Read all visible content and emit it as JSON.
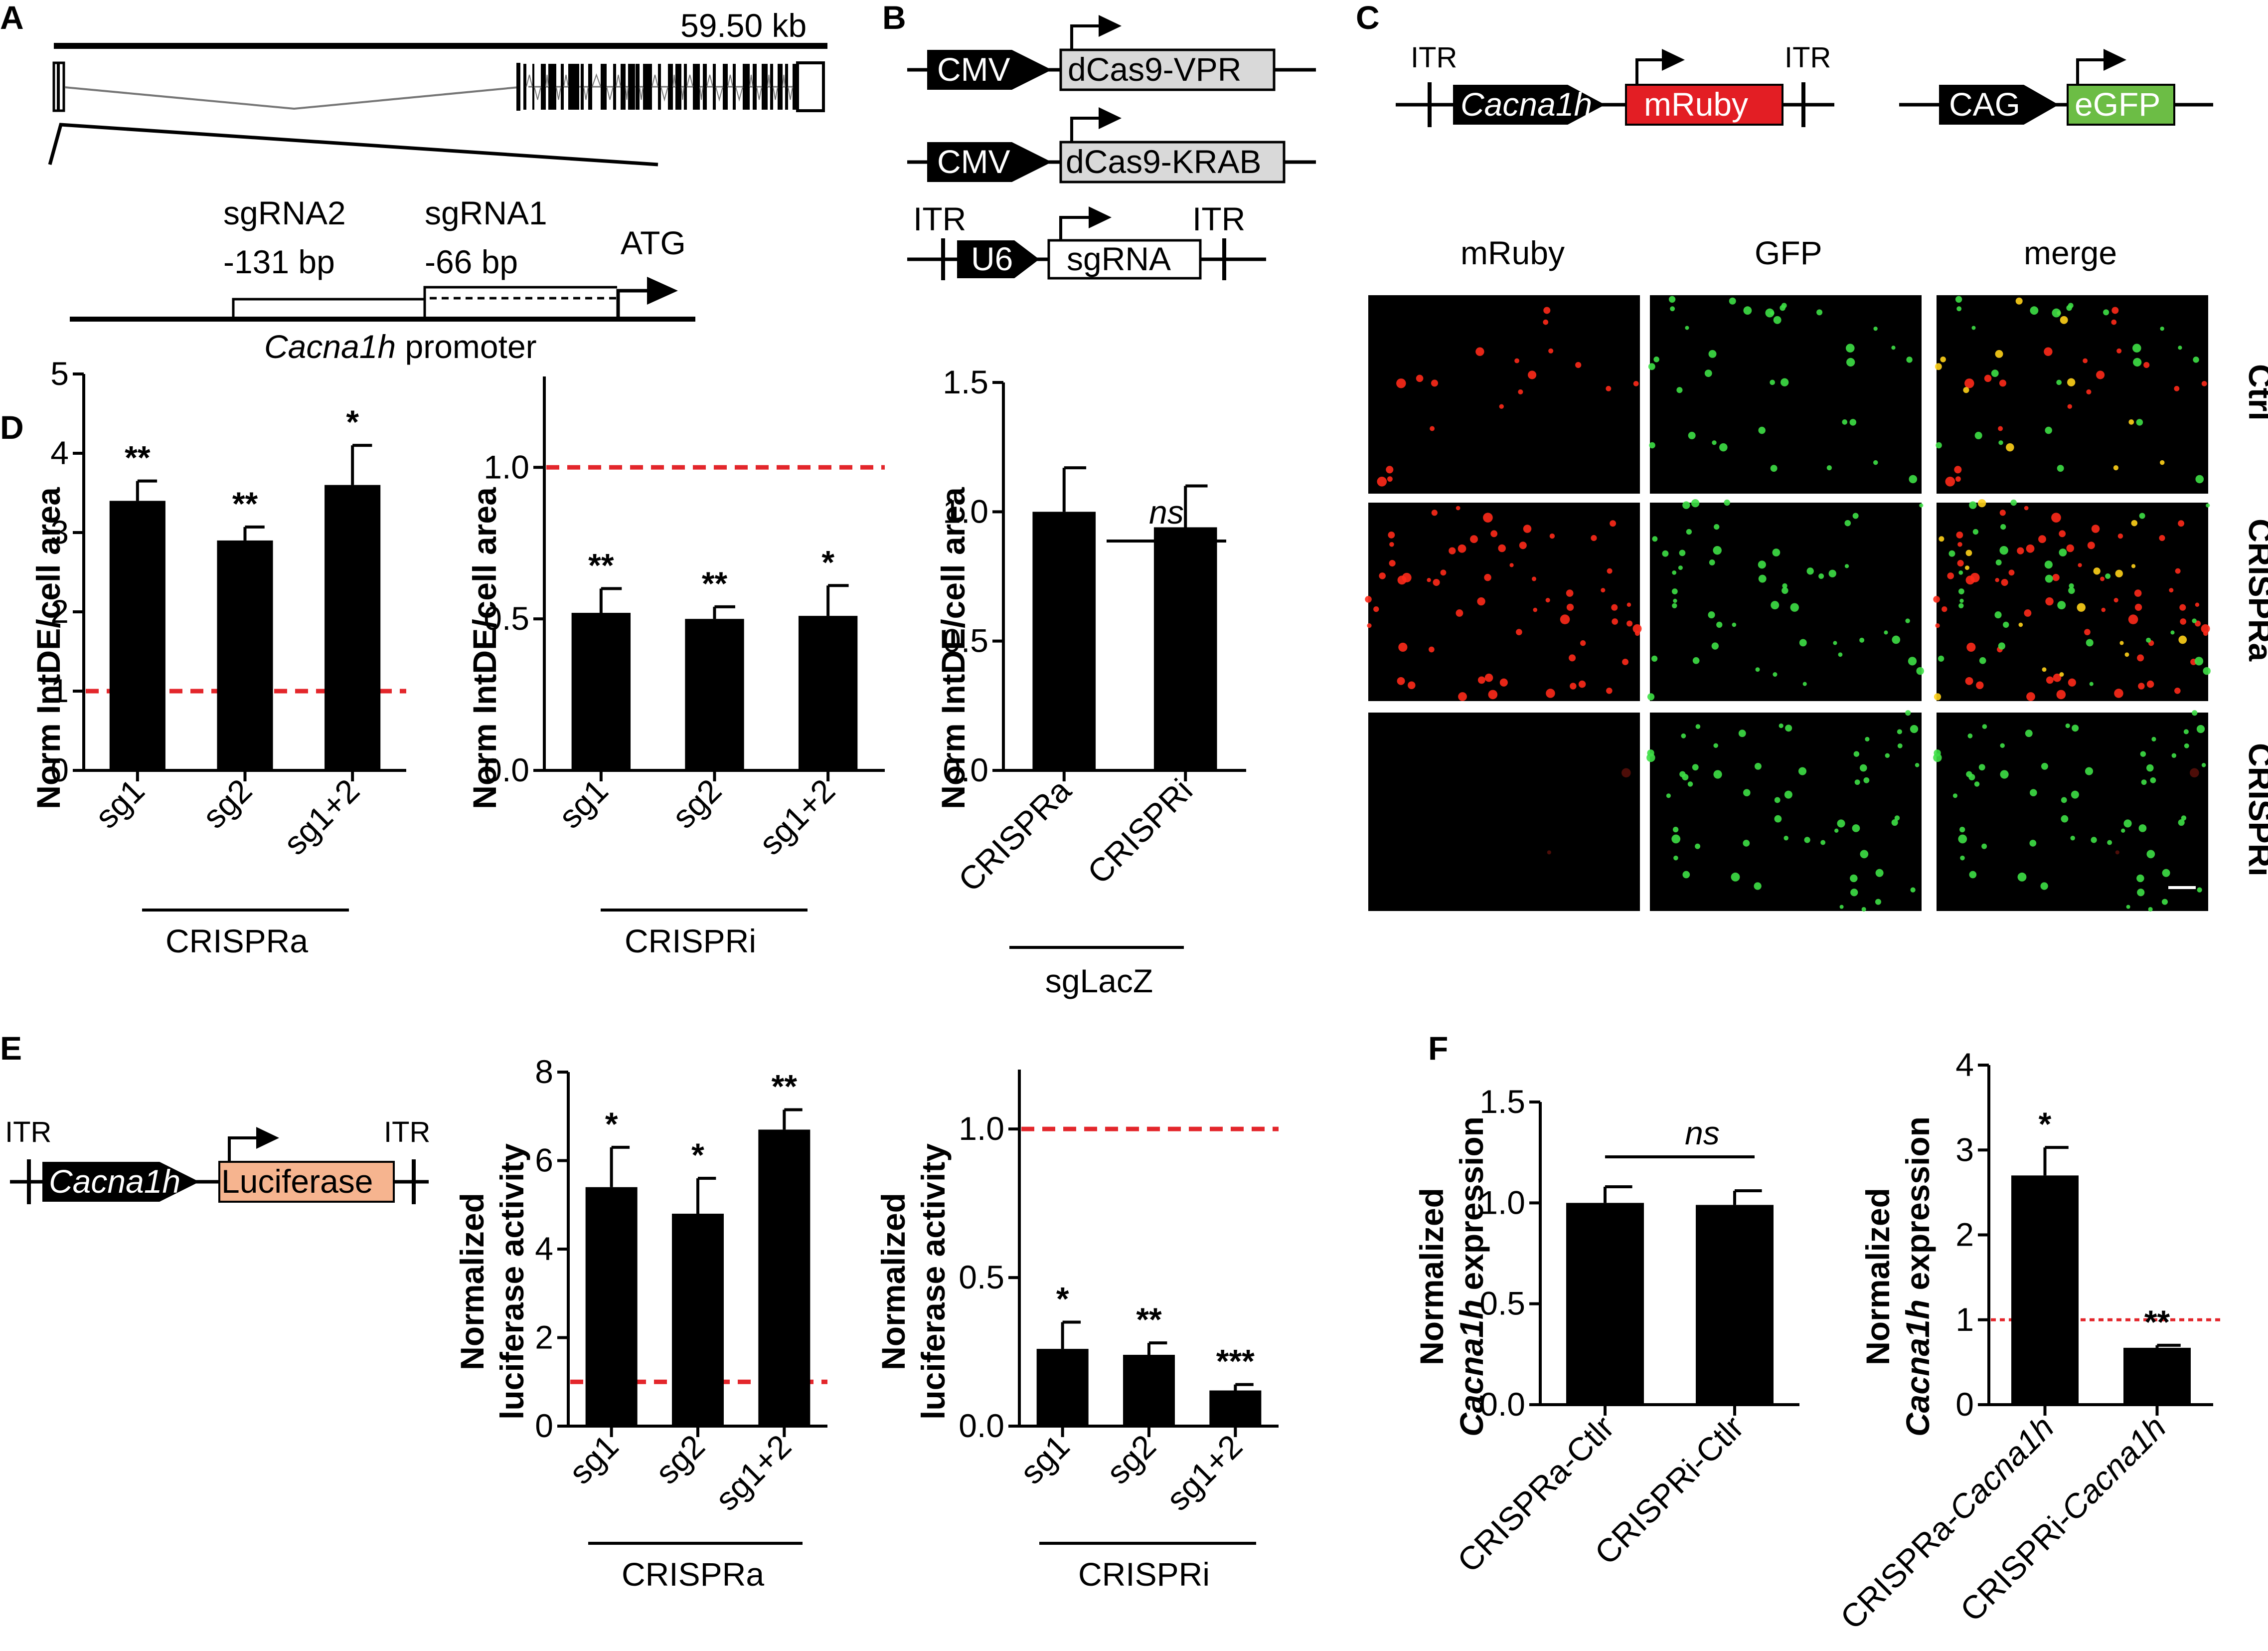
{
  "panels": {
    "A": {
      "label": "A",
      "size": "59.50 kb",
      "sg2_name": "sgRNA2",
      "sg2_pos": "-131 bp",
      "sg1_name": "sgRNA1",
      "sg1_pos": "-66 bp",
      "atg": "ATG",
      "promoter_gene": "Cacna1h",
      "promoter_word": " promoter"
    },
    "B": {
      "label": "B",
      "cmv": "CMV",
      "vpr": "dCas9-VPR",
      "krab": "dCas9-KRAB",
      "itr": "ITR",
      "u6": "U6",
      "sgrna": "sgRNA"
    },
    "C": {
      "label": "C",
      "itr": "ITR",
      "gene": "Cacna1h",
      "mruby": "mRuby",
      "cag": "CAG",
      "egfp": "eGFP",
      "columns": [
        "mRuby",
        "GFP",
        "merge"
      ],
      "rows": [
        "Ctrl",
        "CRISPRa",
        "CRISPRi"
      ],
      "colors": {
        "mRuby": "#e31e24",
        "eGFP": "#6cbd45",
        "red_cell": "#ff2a1a",
        "green_cell": "#3ee046",
        "yellow_cell": "#ffd21a"
      }
    },
    "D": {
      "label": "D",
      "chart_a": {
        "ylabel": "Norm IntDE/cell area",
        "group": "CRISPRa",
        "stars": [
          "**",
          "**",
          "*"
        ]
      },
      "chart_i": {
        "ylabel": "Norm IntDE/cell area",
        "group": "CRISPRi",
        "stars": [
          "**",
          "**",
          "*"
        ]
      },
      "chart_z": {
        "ylabel": "Norm IntDE/cell area",
        "group": "sgLacZ",
        "sig": "ns"
      }
    },
    "E": {
      "label": "E",
      "itr": "ITR",
      "gene": "Cacna1h",
      "reporter": "Luciferase",
      "reporter_color": "#f6b48f",
      "chart_a": {
        "ylabel_1": "Normalized",
        "ylabel_2": "luciferase activity",
        "group": "CRISPRa",
        "stars": [
          "*",
          "*",
          "**"
        ]
      },
      "chart_i": {
        "ylabel_1": "Normalized",
        "ylabel_2": "luciferase activity",
        "group": "CRISPRi",
        "stars": [
          "*",
          "**",
          "***"
        ]
      }
    },
    "F": {
      "label": "F",
      "ylabel_1": "Normalized",
      "ylabel_gene": "Cacna1h",
      "ylabel_rest": " expression",
      "ctrl_sig": "ns",
      "stars": [
        "*",
        "**"
      ],
      "cat_prefix_a": "CRISPRa-",
      "cat_prefix_i": "CRISPRi-",
      "cat_gene": "Cacna1h"
    }
  },
  "chart_data": [
    {
      "id": "D-CRISPRa",
      "type": "bar",
      "categories": [
        "sg1",
        "sg2",
        "sg1+2"
      ],
      "values": [
        3.4,
        2.9,
        3.6
      ],
      "errors": [
        0.25,
        0.17,
        0.5
      ],
      "ylabel": "Norm IntDE/cell area",
      "ylim": [
        0,
        5
      ],
      "yticks": [
        "0",
        "1",
        "2",
        "3",
        "4",
        "5"
      ],
      "reference_line": 1.0
    },
    {
      "id": "D-CRISPRi",
      "type": "bar",
      "categories": [
        "sg1",
        "sg2",
        "sg1+2"
      ],
      "values": [
        0.52,
        0.5,
        0.51
      ],
      "errors": [
        0.08,
        0.04,
        0.1
      ],
      "ylabel": "Norm IntDE/cell area",
      "ylim": [
        0,
        1.3
      ],
      "yticks": [
        "0.0",
        "0.5",
        "1.0"
      ],
      "reference_line": 1.0
    },
    {
      "id": "D-sgLacZ",
      "type": "bar",
      "categories": [
        "CRISPRa",
        "CRISPRi"
      ],
      "values": [
        1.0,
        0.94
      ],
      "errors": [
        0.17,
        0.16
      ],
      "ylabel": "Norm IntDE/cell area",
      "ylim": [
        0,
        1.5
      ],
      "yticks": [
        "0.0",
        "0.5",
        "1.0",
        "1.5"
      ]
    },
    {
      "id": "E-CRISPRa",
      "type": "bar",
      "categories": [
        "sg1",
        "sg2",
        "sg1+2"
      ],
      "values": [
        5.4,
        4.8,
        6.7
      ],
      "errors": [
        0.9,
        0.8,
        0.45
      ],
      "ylabel": "Normalized luciferase activity",
      "ylim": [
        0,
        8
      ],
      "yticks": [
        "0",
        "2",
        "4",
        "6",
        "8"
      ],
      "reference_line": 1.0
    },
    {
      "id": "E-CRISPRi",
      "type": "bar",
      "categories": [
        "sg1",
        "sg2",
        "sg1+2"
      ],
      "values": [
        0.26,
        0.24,
        0.12
      ],
      "errors": [
        0.09,
        0.04,
        0.02
      ],
      "ylabel": "Normalized luciferase activity",
      "ylim": [
        0,
        1.2
      ],
      "yticks": [
        "0.0",
        "0.5",
        "1.0"
      ],
      "reference_line": 1.0
    },
    {
      "id": "F-ctrl",
      "type": "bar",
      "categories": [
        "CRISPRa-Ctlr",
        "CRISPRi-Ctlr"
      ],
      "values": [
        1.0,
        0.99
      ],
      "errors": [
        0.08,
        0.07
      ],
      "ylabel": "Normalized Cacna1h expression",
      "ylim": [
        0,
        1.5
      ],
      "yticks": [
        "0.0",
        "0.5",
        "1.0",
        "1.5"
      ]
    },
    {
      "id": "F-cacna1h",
      "type": "bar",
      "categories": [
        "CRISPRa-Cacna1h",
        "CRISPRi-Cacna1h"
      ],
      "values": [
        2.7,
        0.67
      ],
      "errors": [
        0.33,
        0.03
      ],
      "ylabel": "Normalized Cacna1h expression",
      "ylim": [
        0,
        4
      ],
      "yticks": [
        "0",
        "1",
        "2",
        "3",
        "4"
      ],
      "reference_line": 1.0
    }
  ]
}
